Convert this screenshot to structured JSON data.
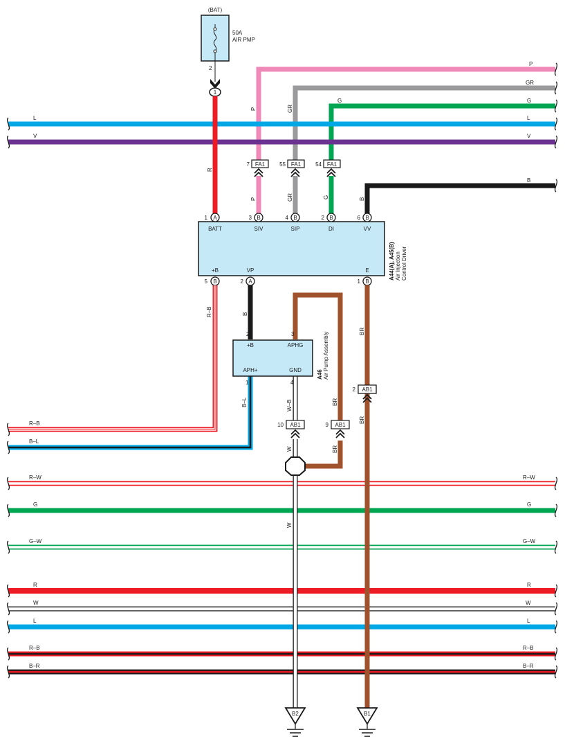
{
  "colors": {
    "P": "#ef8ab8",
    "GR": "#9a9a9c",
    "G": "#00a651",
    "L": "#00a9e6",
    "V": "#6b3391",
    "R": "#ed1c24",
    "B": "#1a1a1a",
    "BR": "#a0522d",
    "W": "#ffffff",
    "box_fill": "#c6e9f8"
  },
  "fuse": {
    "source": "(BAT)",
    "rating": "50A",
    "name": "AIR PMP",
    "pin": "2",
    "connector": "1",
    "icon": "fuse-icon"
  },
  "top_wires": [
    {
      "label": "P"
    },
    {
      "label": "GR"
    },
    {
      "label": "G"
    }
  ],
  "through_wires_top": [
    {
      "left": "L",
      "right": "L"
    },
    {
      "left": "V",
      "right": "V"
    }
  ],
  "right_wire_b": {
    "label": "B"
  },
  "fa1_connectors": [
    {
      "pin": "7",
      "name": "FA1",
      "upper": "P",
      "lower": "P"
    },
    {
      "pin": "55",
      "name": "FA1",
      "upper": "GR",
      "lower": "GR"
    },
    {
      "pin": "54",
      "name": "FA1",
      "upper": "G",
      "lower": "G"
    }
  ],
  "batt_wire_label": "R",
  "vv_wire_label": "B",
  "controller": {
    "part": "A44(A), A45(B)",
    "line1": "Air Injection",
    "line2": "Control Driver",
    "top_pins": [
      {
        "num": "1",
        "conn": "A",
        "name": "BATT"
      },
      {
        "num": "3",
        "conn": "B",
        "name": "SIV"
      },
      {
        "num": "4",
        "conn": "B",
        "name": "SIP"
      },
      {
        "num": "2",
        "conn": "B",
        "name": "DI"
      },
      {
        "num": "6",
        "conn": "B",
        "name": "VV"
      }
    ],
    "bottom_pins": [
      {
        "num": "5",
        "conn": "B",
        "name": "+B"
      },
      {
        "num": "2",
        "conn": "A",
        "name": "VP"
      },
      {
        "num": "1",
        "conn": "B",
        "name": "E"
      }
    ]
  },
  "pump": {
    "part": "A46",
    "name": "Air Pump Assembly",
    "pins": [
      {
        "num": "2",
        "name": "+B"
      },
      {
        "num": "3",
        "name": "APHG"
      },
      {
        "num": "1",
        "name": "APH+"
      },
      {
        "num": "4",
        "name": "GND"
      }
    ]
  },
  "mid_labels": {
    "rb_vertical": "R–B",
    "vp_wire": "B",
    "e_wire_upper": "BR",
    "e_wire_lower": "BR",
    "bl_vertical": "B–L",
    "wb_vertical": "W–B",
    "aphg_lower": "BR",
    "aphg_loop_lower": "BR",
    "w_vertical_upper": "W",
    "w_vertical_lower": "W"
  },
  "ab1_connectors": [
    {
      "pin": "2",
      "name": "AB1"
    },
    {
      "pin": "10",
      "name": "AB1"
    },
    {
      "pin": "9",
      "name": "AB1"
    }
  ],
  "left_exit_wires": [
    {
      "label": "R–B"
    },
    {
      "label": "B–L"
    }
  ],
  "through_wires_bottom": [
    {
      "left": "R–W",
      "right": "R–W"
    },
    {
      "left": "G",
      "right": "G"
    },
    {
      "left": "G–W",
      "right": "G–W"
    },
    {
      "left": "R",
      "right": "R"
    },
    {
      "left": "W",
      "right": "W"
    },
    {
      "left": "L",
      "right": "L"
    },
    {
      "left": "R–B",
      "right": "R–B"
    },
    {
      "left": "B–R",
      "right": "B–R"
    }
  ],
  "grounds": [
    {
      "name": "B2"
    },
    {
      "name": "B1"
    }
  ]
}
